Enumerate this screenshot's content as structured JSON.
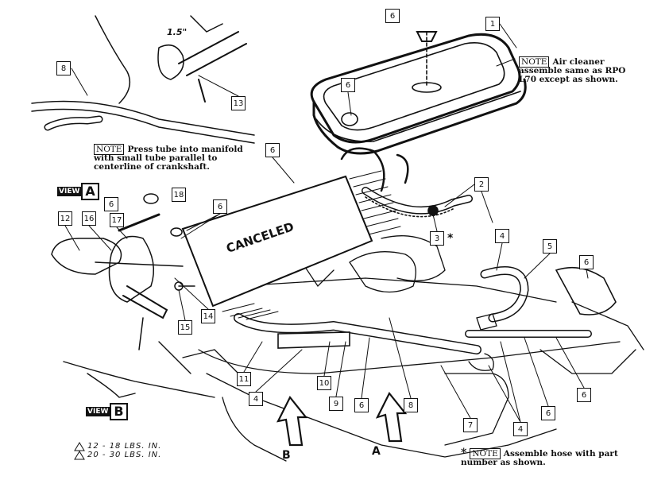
{
  "notes": {
    "air_cleaner": {
      "tag": "NOTE",
      "text": "Air cleaner assemble same as RPO L70 except as shown."
    },
    "press_tube": {
      "tag": "NOTE",
      "text": "Press tube into manifold with small tube parallel to centerline of crankshaft."
    },
    "assemble_hose": {
      "marker": "*",
      "tag": "NOTE",
      "text": "Assemble hose with part number as shown."
    }
  },
  "views": {
    "a": {
      "prefix": "VIEW",
      "letter": "A"
    },
    "b": {
      "prefix": "VIEW",
      "letter": "B"
    }
  },
  "torque_specs": [
    {
      "symbol": "1",
      "text": "12 - 18 LBS. IN."
    },
    {
      "symbol": "2",
      "text": "20 - 30 LBS. IN."
    }
  ],
  "canceled_label": "CANCELED",
  "dimension_label": "1.5\"",
  "arrow_labels": {
    "a": "A",
    "b": "B"
  },
  "star_marker": "*",
  "callouts": [
    "6",
    "1",
    "8",
    "6",
    "13",
    "6",
    "2",
    "3",
    "6",
    "18",
    "6",
    "12",
    "16",
    "17",
    "4",
    "5",
    "6",
    "14",
    "15",
    "11",
    "4",
    "10",
    "9",
    "6",
    "8",
    "7",
    "4",
    "6",
    "6"
  ]
}
